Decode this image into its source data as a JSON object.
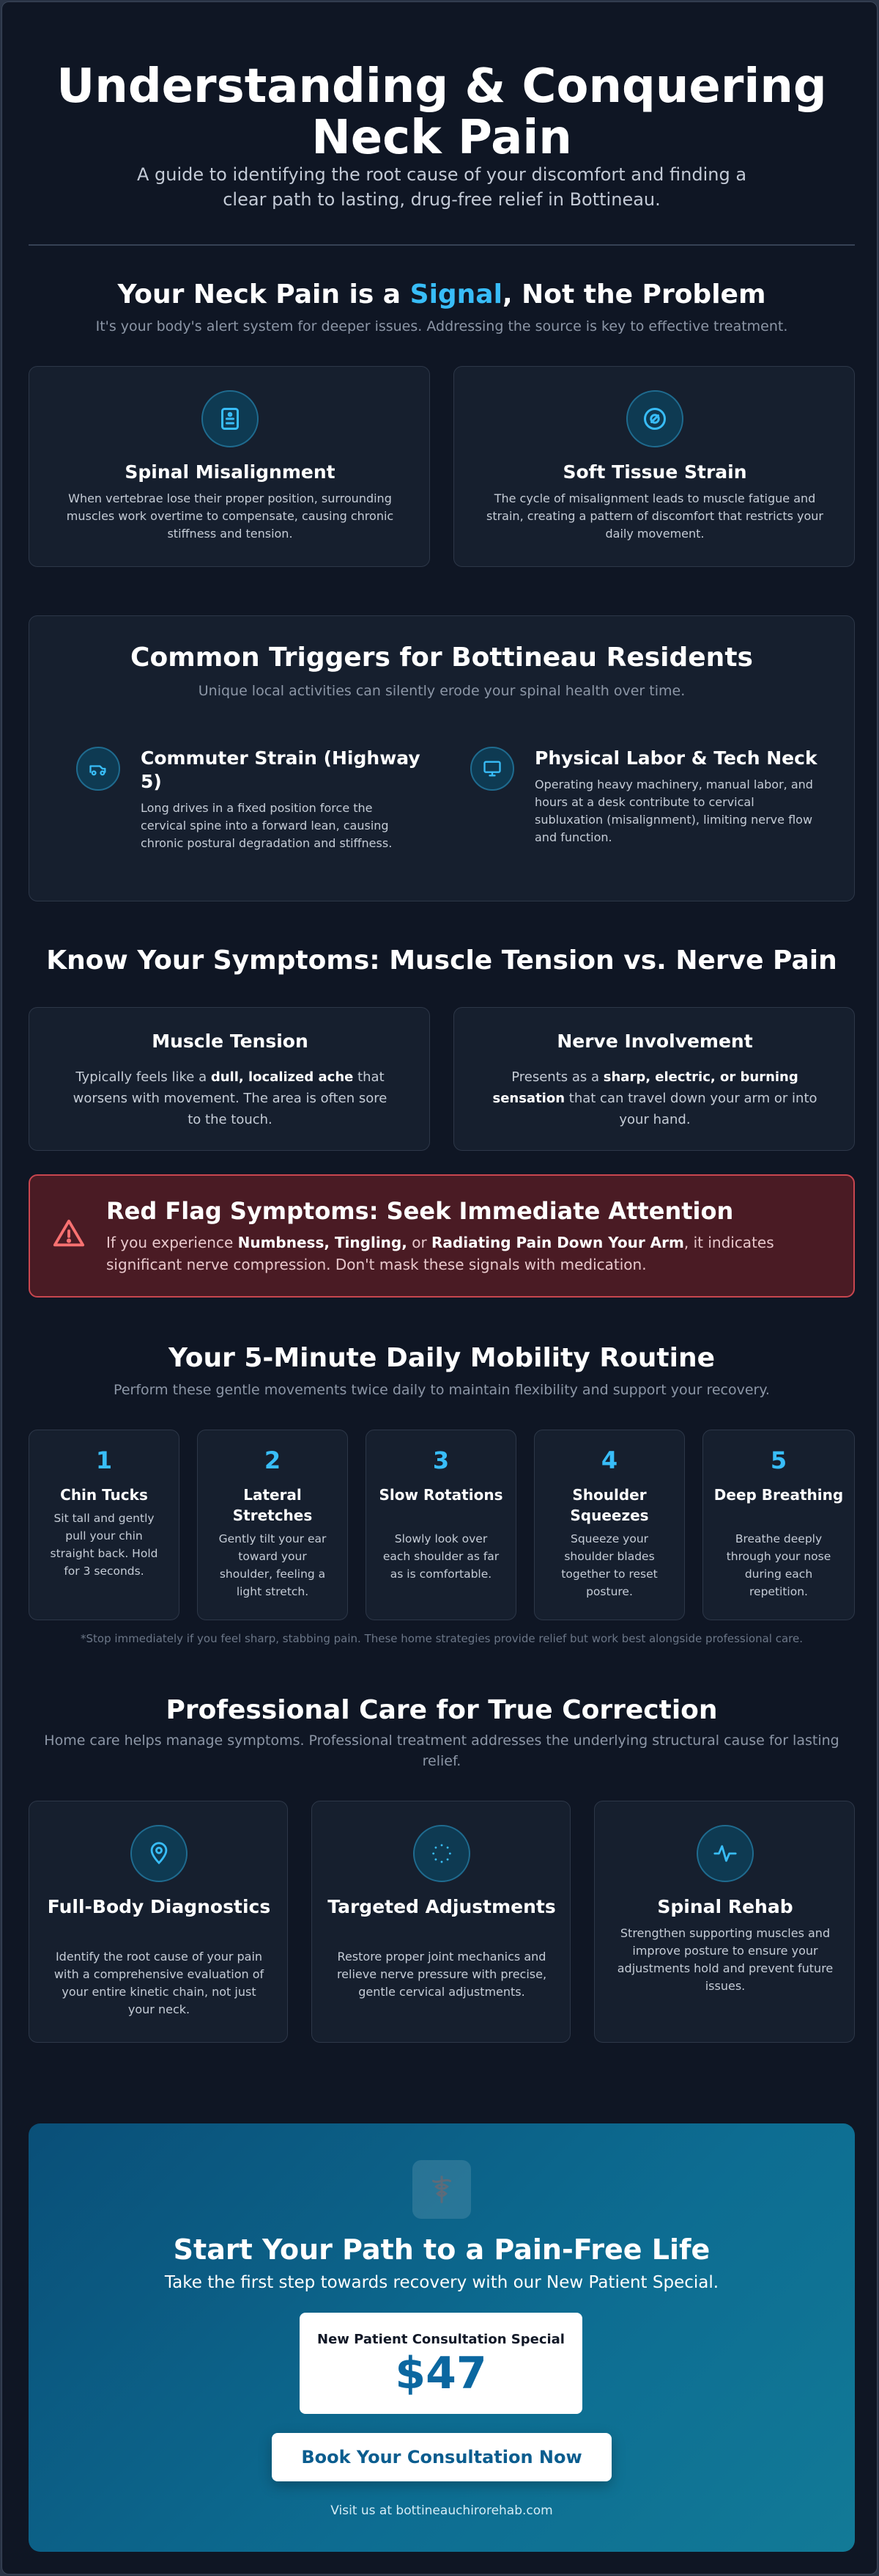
{
  "header": {
    "title_line1": "Understanding & Conquering",
    "title_line2": "Neck Pain",
    "subtitle": "A guide to identifying the root cause of your discomfort and finding a clear path to lasting, drug-free relief in Bottineau."
  },
  "signal": {
    "title_before": "Your Neck Pain is a ",
    "title_accent": "Signal",
    "title_after": ", Not the Problem",
    "subtitle": "It's your body's alert system for deeper issues. Addressing the source is key to effective treatment.",
    "cards": [
      {
        "icon": "spine-icon",
        "title": "Spinal Misalignment",
        "text": "When vertebrae lose their proper position, surrounding muscles work overtime to compensate, causing chronic stiffness and tension."
      },
      {
        "icon": "muscle-icon",
        "title": "Soft Tissue Strain",
        "text": "The cycle of misalignment leads to muscle fatigue and strain, creating a pattern of discomfort that restricts your daily movement."
      }
    ]
  },
  "triggers": {
    "title": "Common Triggers for Bottineau Residents",
    "subtitle": "Unique local activities can silently erode your spinal health over time.",
    "items": [
      {
        "icon": "car-icon",
        "title": "Commuter Strain (Highway 5)",
        "text": "Long drives in a fixed position force the cervical spine into a forward lean, causing chronic postural degradation and stiffness."
      },
      {
        "icon": "monitor-icon",
        "title": "Physical Labor & Tech Neck",
        "text": "Operating heavy machinery, manual labor, and hours at a desk contribute to cervical subluxation (misalignment), limiting nerve flow and function."
      }
    ]
  },
  "symptoms": {
    "title": "Know Your Symptoms: Muscle Tension vs. Nerve Pain",
    "muscle": {
      "title": "Muscle Tension",
      "pre": "Typically feels like a ",
      "bold": "dull, localized ache",
      "post": " that worsens with movement. The area is often sore to the touch."
    },
    "nerve": {
      "title": "Nerve Involvement",
      "pre": "Presents as a ",
      "bold": "sharp, electric, or burning sensation",
      "post": " that can travel down your arm or into your hand."
    },
    "red_flag": {
      "title": "Red Flag Symptoms: Seek Immediate Attention",
      "t1": "If you experience ",
      "b1": "Numbness, Tingling,",
      "t2": " or ",
      "b2": "Radiating Pain Down Your Arm",
      "t3": ", it indicates significant nerve compression. Don't mask these signals with medication."
    }
  },
  "routine": {
    "title": "Your 5-Minute Daily Mobility Routine",
    "subtitle": "Perform these gentle movements twice daily to maintain flexibility and support your recovery.",
    "steps": [
      {
        "num": "1",
        "title": "Chin Tucks",
        "text": "Sit tall and gently pull your chin straight back. Hold for 3 seconds."
      },
      {
        "num": "2",
        "title": "Lateral Stretches",
        "text": "Gently tilt your ear toward your shoulder, feeling a light stretch."
      },
      {
        "num": "3",
        "title": "Slow Rotations",
        "text": "Slowly look over each shoulder as far as is comfortable."
      },
      {
        "num": "4",
        "title": "Shoulder Squeezes",
        "text": "Squeeze your shoulder blades together to reset posture."
      },
      {
        "num": "5",
        "title": "Deep Breathing",
        "text": "Breathe deeply through your nose during each repetition."
      }
    ],
    "note": "*Stop immediately if you feel sharp, stabbing pain. These home strategies provide relief but work best alongside professional care."
  },
  "care": {
    "title": "Professional Care for True Correction",
    "subtitle": "Home care helps manage symptoms. Professional treatment addresses the underlying structural cause for lasting relief.",
    "cards": [
      {
        "icon": "location-pin-icon",
        "title": "Full-Body Diagnostics",
        "text": "Identify the root cause of your pain with a comprehensive evaluation of your entire kinetic chain, not just your neck."
      },
      {
        "icon": "dotted-circle-icon",
        "title": "Targeted Adjustments",
        "text": "Restore proper joint mechanics and relieve nerve pressure with precise, gentle cervical adjustments."
      },
      {
        "icon": "pulse-icon",
        "title": "Spinal Rehab",
        "text": "Strengthen supporting muscles and improve posture to ensure your adjustments hold and prevent future issues."
      }
    ]
  },
  "cta": {
    "logo_icon": "caduceus-icon",
    "title": "Start Your Path to a Pain-Free Life",
    "subtitle": "Take the first step towards recovery with our New Patient Special.",
    "price_label": "New Patient Consultation Special",
    "price": "$47",
    "button": "Book Your Consultation Now",
    "visit": "Visit us at bottineauchirorehab.com"
  },
  "colors": {
    "background": "#0f1624",
    "card": "#161f2e",
    "accent": "#38bdf8",
    "red_flag_bg": "#4a1b24",
    "red_flag_border": "#c8464f",
    "cta_gradient_start": "#0a4f78",
    "cta_gradient_end": "#127a97"
  }
}
